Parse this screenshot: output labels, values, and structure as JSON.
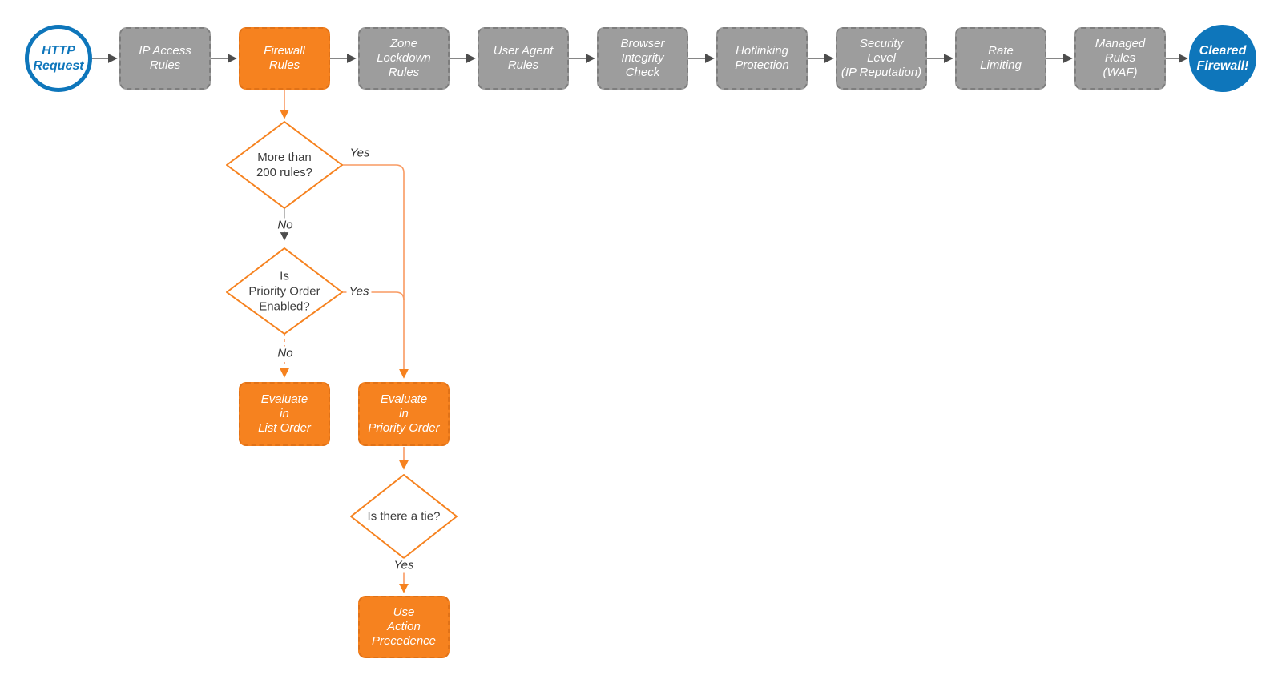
{
  "title": "HTTP request firewall evaluation flowchart",
  "colors": {
    "accent_orange": "#f6821f",
    "stage_gray": "#9d9d9d",
    "brand_blue": "#0e76bb",
    "connector_gray": "#5e5e5e",
    "connector_orange_light": "#f89a62"
  },
  "pipeline": [
    {
      "id": "http-request",
      "label": "HTTP\nRequest",
      "type": "start"
    },
    {
      "id": "ip-access-rules",
      "label": "IP Access\nRules",
      "type": "stage"
    },
    {
      "id": "firewall-rules",
      "label": "Firewall\nRules",
      "type": "stage-highlighted"
    },
    {
      "id": "zone-lockdown-rules",
      "label": "Zone\nLockdown\nRules",
      "type": "stage"
    },
    {
      "id": "user-agent-rules",
      "label": "User Agent\nRules",
      "type": "stage"
    },
    {
      "id": "browser-integrity-check",
      "label": "Browser\nIntegrity\nCheck",
      "type": "stage"
    },
    {
      "id": "hotlinking-protection",
      "label": "Hotlinking\nProtection",
      "type": "stage"
    },
    {
      "id": "security-level",
      "label": "Security\nLevel\n(IP Reputation)",
      "type": "stage"
    },
    {
      "id": "rate-limiting",
      "label": "Rate\nLimiting",
      "type": "stage"
    },
    {
      "id": "managed-rules-waf",
      "label": "Managed\nRules\n(WAF)",
      "type": "stage"
    },
    {
      "id": "cleared-firewall",
      "label": "Cleared\nFirewall!",
      "type": "end"
    }
  ],
  "decisions": {
    "more_than_200_rules": {
      "text": "More than\n200 rules?",
      "yes_label": "Yes",
      "no_label": "No"
    },
    "priority_order_enabled": {
      "text": "Is\nPriority Order\nEnabled?",
      "yes_label": "Yes",
      "no_label": "No"
    },
    "is_there_a_tie": {
      "text": "Is there a tie?",
      "yes_label": "Yes"
    }
  },
  "outcomes": {
    "evaluate_list_order": "Evaluate\nin\nList Order",
    "evaluate_priority_order": "Evaluate\nin\nPriority Order",
    "use_action_precedence": "Use\nAction\nPrecedence"
  }
}
